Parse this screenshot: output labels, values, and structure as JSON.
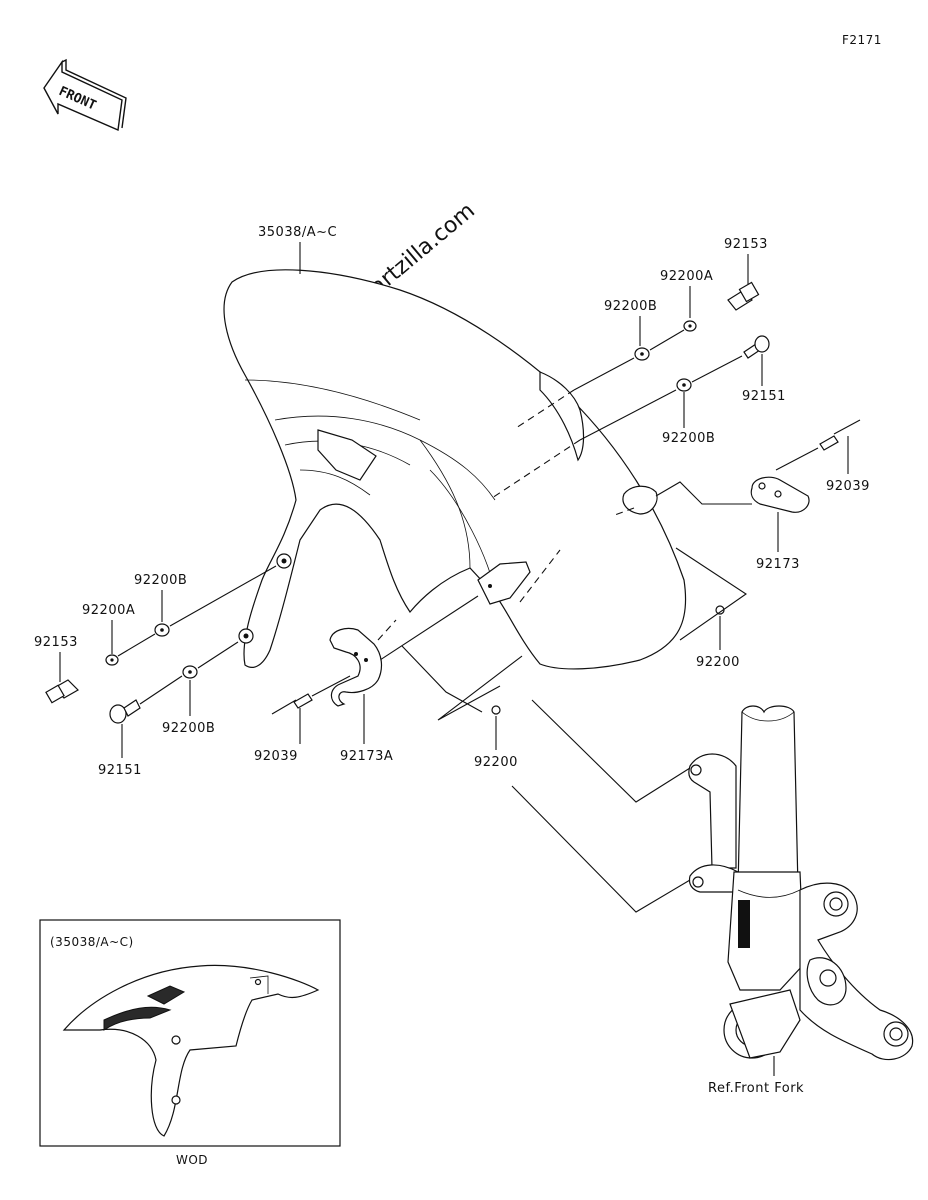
{
  "diagram_code": "F2171",
  "front_label": "FRONT",
  "watermark": "© Partzilla.com",
  "parts": {
    "fender": "35038/A~C",
    "bolt_right": "92153",
    "washer_a_right": "92200A",
    "washer_b_upper": "92200B",
    "screw_right": "92151",
    "washer_b_right": "92200B",
    "rivet_right": "92039",
    "clamp_right": "92173",
    "washer_right_small": "92200",
    "washer_b_left": "92200B",
    "washer_a_left": "92200A",
    "bolt_left": "92153",
    "washer_b_left_lower": "92200B",
    "screw_left": "92151",
    "rivet_left": "92039",
    "clamp_left": "92173A",
    "washer_center_small": "92200",
    "front_fork_ref": "Ref.Front Fork"
  },
  "inset": {
    "title": "(35038/A~C)",
    "caption": "WOD"
  }
}
